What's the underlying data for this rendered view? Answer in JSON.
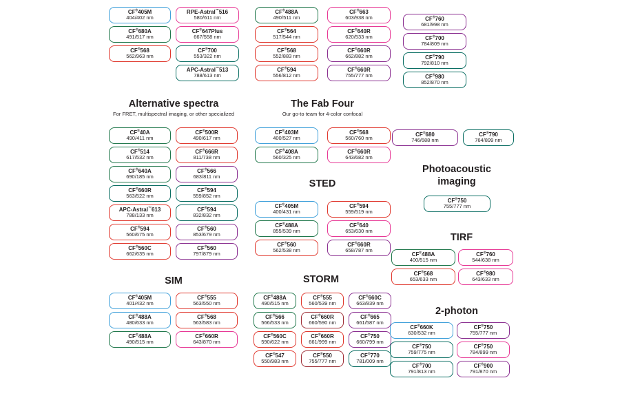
{
  "palette": {
    "blue": "#3FA0DA",
    "green": "#20774B",
    "red": "#E0382E",
    "pink": "#E73895",
    "purple": "#8A2E90",
    "teal": "#0A6E63",
    "maroon": "#A03038"
  },
  "sections": {
    "top1": {
      "columns": [
        [
          {
            "name": "CF®405M",
            "value": "404/402 nm",
            "color": "blue"
          },
          {
            "name": "CF®680A",
            "value": "491/517 nm",
            "color": "green"
          },
          {
            "name": "CF®568",
            "value": "562/963 nm",
            "color": "red"
          }
        ]
      ]
    },
    "top2": {
      "columns": [
        [
          {
            "name": "RPE-Astral™516",
            "value": "580/611 nm",
            "color": "pink"
          },
          {
            "name": "CF®647Plus",
            "value": "667/558 nm",
            "color": "pink"
          },
          {
            "name": "CF®700",
            "value": "553/322 nm",
            "color": "teal"
          },
          {
            "name": "APC-Astral™513",
            "value": "788/613 nm",
            "color": "teal"
          }
        ]
      ]
    },
    "top3": {
      "columns": [
        [
          {
            "name": "CF®488A",
            "value": "490/511 nm",
            "color": "green"
          },
          {
            "name": "CF®564",
            "value": "517/544 nm",
            "color": "red"
          },
          {
            "name": "CF®568",
            "value": "552/883 nm",
            "color": "red"
          },
          {
            "name": "CF®594",
            "value": "556/812 nm",
            "color": "red"
          }
        ]
      ]
    },
    "top4": {
      "columns": [
        [
          {
            "name": "CF®663",
            "value": "603/938 nm",
            "color": "pink"
          },
          {
            "name": "CF®640R",
            "value": "620/533 nm",
            "color": "pink"
          },
          {
            "name": "CF®660R",
            "value": "662/882 nm",
            "color": "purple"
          },
          {
            "name": "CF®660R",
            "value": "755/777 nm",
            "color": "purple"
          }
        ]
      ]
    },
    "top5": {
      "columns": [
        [
          {
            "name": "CF®760",
            "value": "681/998 nm",
            "color": "purple"
          },
          {
            "name": "CF®700",
            "value": "784/809 nm",
            "color": "purple"
          },
          {
            "name": "CF®790",
            "value": "792/810 nm",
            "color": "teal"
          },
          {
            "name": "CF®980",
            "value": "852/870 nm",
            "color": "teal"
          }
        ]
      ]
    },
    "alt": {
      "title": "Alternative spectra",
      "subtitle": "For FRET, multispectral imaging, or other specialized",
      "columns": [
        [
          {
            "name": "CF®40A",
            "value": "490/411 nm",
            "color": "green"
          },
          {
            "name": "CF®514",
            "value": "617/532 nm",
            "color": "green"
          },
          {
            "name": "CF®640A",
            "value": "690/185 nm",
            "color": "green"
          },
          {
            "name": "CF®660R",
            "value": "563/522 nm",
            "color": "teal"
          },
          {
            "name": "APC-Astral™613",
            "value": "788/133 nm",
            "color": "red"
          },
          {
            "name": "CF®594",
            "value": "560/675 nm",
            "color": "red"
          },
          {
            "name": "CF®560C",
            "value": "662/635 nm",
            "color": "red"
          }
        ],
        [
          {
            "name": "CF®500R",
            "value": "490/617 nm",
            "color": "red"
          },
          {
            "name": "CF®666R",
            "value": "811/738 nm",
            "color": "red"
          },
          {
            "name": "CF®566",
            "value": "683/811 nm",
            "color": "purple"
          },
          {
            "name": "CF®594",
            "value": "559/852 nm",
            "color": "teal"
          },
          {
            "name": "CF®594",
            "value": "832/832 nm",
            "color": "teal"
          },
          {
            "name": "CF®560",
            "value": "853/679 nm",
            "color": "purple"
          },
          {
            "name": "CF®560",
            "value": "797/879 nm",
            "color": "purple"
          }
        ]
      ]
    },
    "fab": {
      "title": "The Fab Four",
      "subtitle": "Our go-to team for 4-color confocal",
      "columns": [
        [
          {
            "name": "CF®403M",
            "value": "400/527 nm",
            "color": "blue"
          },
          {
            "name": "CF®408A",
            "value": "560/325 nm",
            "color": "green"
          }
        ],
        [
          {
            "name": "CF®568",
            "value": "560/760 nm",
            "color": "red"
          },
          {
            "name": "CF®660R",
            "value": "643/682 nm",
            "color": "pink"
          }
        ]
      ]
    },
    "sted": {
      "title": "STED",
      "columns": [
        [
          {
            "name": "CF®405M",
            "value": "400/431 nm",
            "color": "blue"
          },
          {
            "name": "CF®488A",
            "value": "855/539 nm",
            "color": "green"
          },
          {
            "name": "CF®560",
            "value": "562/538 nm",
            "color": "red"
          }
        ],
        [
          {
            "name": "CF®594",
            "value": "559/519 nm",
            "color": "red"
          },
          {
            "name": "CF®640",
            "value": "653/630 nm",
            "color": "pink"
          },
          {
            "name": "CF®660R",
            "value": "658/787 nm",
            "color": "purple"
          }
        ]
      ]
    },
    "sim": {
      "title": "SIM",
      "columns": [
        [
          {
            "name": "CF®405M",
            "value": "401/432 nm",
            "color": "blue"
          },
          {
            "name": "CF®488A",
            "value": "480/633 nm",
            "color": "blue"
          },
          {
            "name": "CF®488A",
            "value": "490/515 nm",
            "color": "green"
          }
        ],
        [
          {
            "name": "CF®555",
            "value": "563/550 nm",
            "color": "red"
          },
          {
            "name": "CF®568",
            "value": "563/583 nm",
            "color": "red"
          },
          {
            "name": "CF®660R",
            "value": "643/870 nm",
            "color": "pink"
          }
        ]
      ]
    },
    "storm": {
      "title": "STORM",
      "columns": [
        [
          {
            "name": "CF®488A",
            "value": "490/515 nm",
            "color": "green"
          },
          {
            "name": "CF®566",
            "value": "566/533 nm",
            "color": "green"
          },
          {
            "name": "CF®560C",
            "value": "590/622 nm",
            "color": "red"
          },
          {
            "name": "CF®547",
            "value": "550/983 nm",
            "color": "red"
          }
        ],
        [
          {
            "name": "CF®555",
            "value": "560/539 nm",
            "color": "red"
          },
          {
            "name": "CF®660R",
            "value": "660/590 nm",
            "color": "maroon"
          },
          {
            "name": "CF®660R",
            "value": "661/999 nm",
            "color": "red"
          },
          {
            "name": "CF®550",
            "value": "755/777 nm",
            "color": "maroon"
          }
        ],
        [
          {
            "name": "CF®660C",
            "value": "663/839 nm",
            "color": "purple"
          },
          {
            "name": "CF®665",
            "value": "661/587 nm",
            "color": "purple"
          },
          {
            "name": "CF®750",
            "value": "660/799 nm",
            "color": "purple"
          },
          {
            "name": "CF®770",
            "value": "781/009 nm",
            "color": "teal"
          }
        ]
      ]
    },
    "pair": {
      "columns": [
        [
          {
            "name": "CF®680",
            "value": "746/688 nm",
            "color": "purple"
          }
        ],
        [
          {
            "name": "CF®790",
            "value": "764/899 nm",
            "color": "teal"
          }
        ]
      ]
    },
    "photo": {
      "title": "Photoacoustic imaging",
      "columns": [
        [
          {
            "name": "CF®750",
            "value": "755/777 nm",
            "color": "teal"
          }
        ]
      ]
    },
    "tirf": {
      "title": "TIRF",
      "columns": [
        [
          {
            "name": "CF®488A",
            "value": "400/515 nm",
            "color": "green"
          },
          {
            "name": "CF®568",
            "value": "653/633 nm",
            "color": "red"
          }
        ],
        [
          {
            "name": "CF®760",
            "value": "544/638 nm",
            "color": "pink"
          },
          {
            "name": "CF®980",
            "value": "643/633 nm",
            "color": "pink"
          }
        ]
      ]
    },
    "photon": {
      "title": "2-photon",
      "columns": [
        [
          {
            "name": "CF®660K",
            "value": "630/532 nm",
            "color": "blue"
          },
          {
            "name": "CF®750",
            "value": "759/775 nm",
            "color": "teal"
          },
          {
            "name": "CF®700",
            "value": "791/813 nm",
            "color": "teal"
          }
        ],
        [
          {
            "name": "CF®750",
            "value": "755/777 nm",
            "color": "purple"
          },
          {
            "name": "CF®750",
            "value": "784/899 nm",
            "color": "pink"
          },
          {
            "name": "CF®900",
            "value": "791/870 nm",
            "color": "purple"
          }
        ]
      ]
    }
  }
}
